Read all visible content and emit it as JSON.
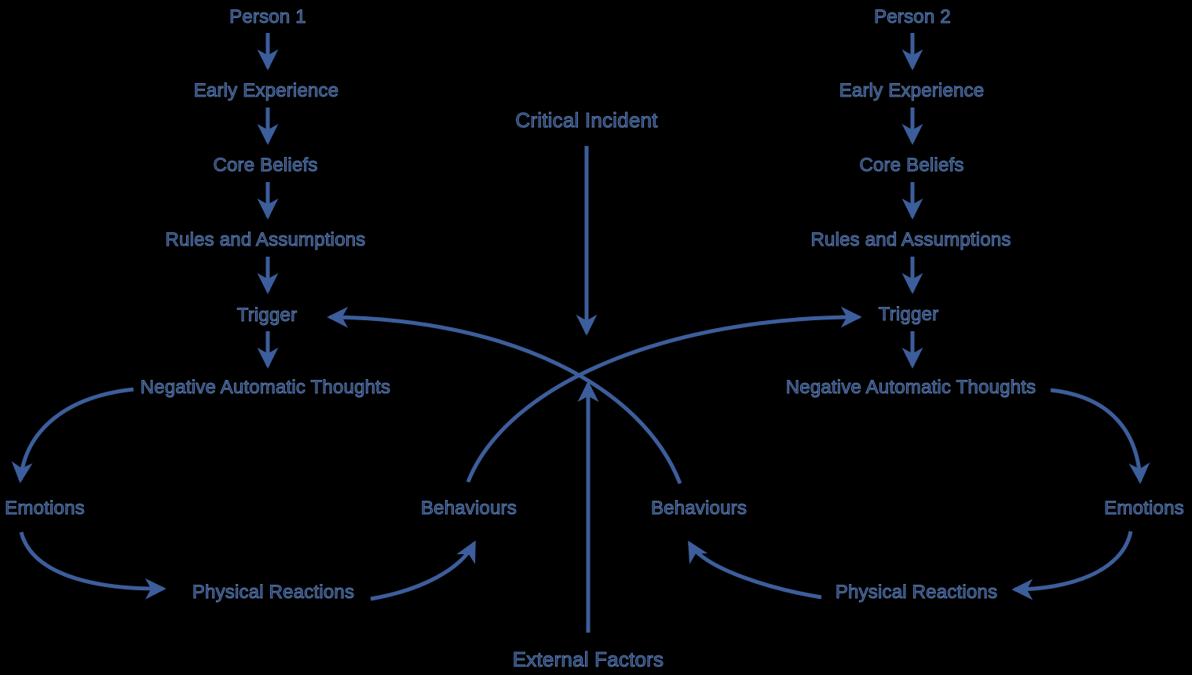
{
  "diagram": {
    "colors": {
      "background": "#000000",
      "text": "#1e3765",
      "text_halo": "#5b7bae",
      "arrow": "#3d5e9c"
    },
    "shared": {
      "critical_incident": "Critical Incident",
      "external_factors": "External Factors"
    },
    "person1": {
      "title": "Person 1",
      "early_experience": "Early Experience",
      "core_beliefs": "Core Beliefs",
      "rules_assumptions": "Rules and Assumptions",
      "trigger": "Trigger",
      "negative_automatic_thoughts": "Negative Automatic Thoughts",
      "emotions": "Emotions",
      "behaviours": "Behaviours",
      "physical_reactions": "Physical Reactions"
    },
    "person2": {
      "title": "Person 2",
      "early_experience": "Early Experience",
      "core_beliefs": "Core Beliefs",
      "rules_assumptions": "Rules and Assumptions",
      "trigger": "Trigger",
      "negative_automatic_thoughts": "Negative Automatic Thoughts",
      "emotions": "Emotions",
      "behaviours": "Behaviours",
      "physical_reactions": "Physical Reactions"
    }
  }
}
